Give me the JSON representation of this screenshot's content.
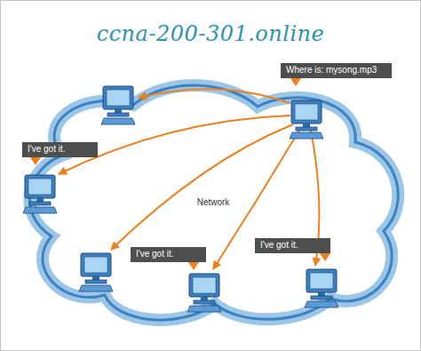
{
  "diagram": {
    "nodes": [
      {
        "text": [
          "Where is: mysong.mp3"
        ]
      },
      {
        "text": [
          "Network"
        ]
      },
      {
        "text": [
          "I've got it."
        ]
      },
      {
        "text": [
          "I've got it."
        ]
      },
      {
        "text": [
          "I've got it."
        ]
      }
    ],
    "labels": [
      "ccna-200-301.online"
    ]
  }
}
